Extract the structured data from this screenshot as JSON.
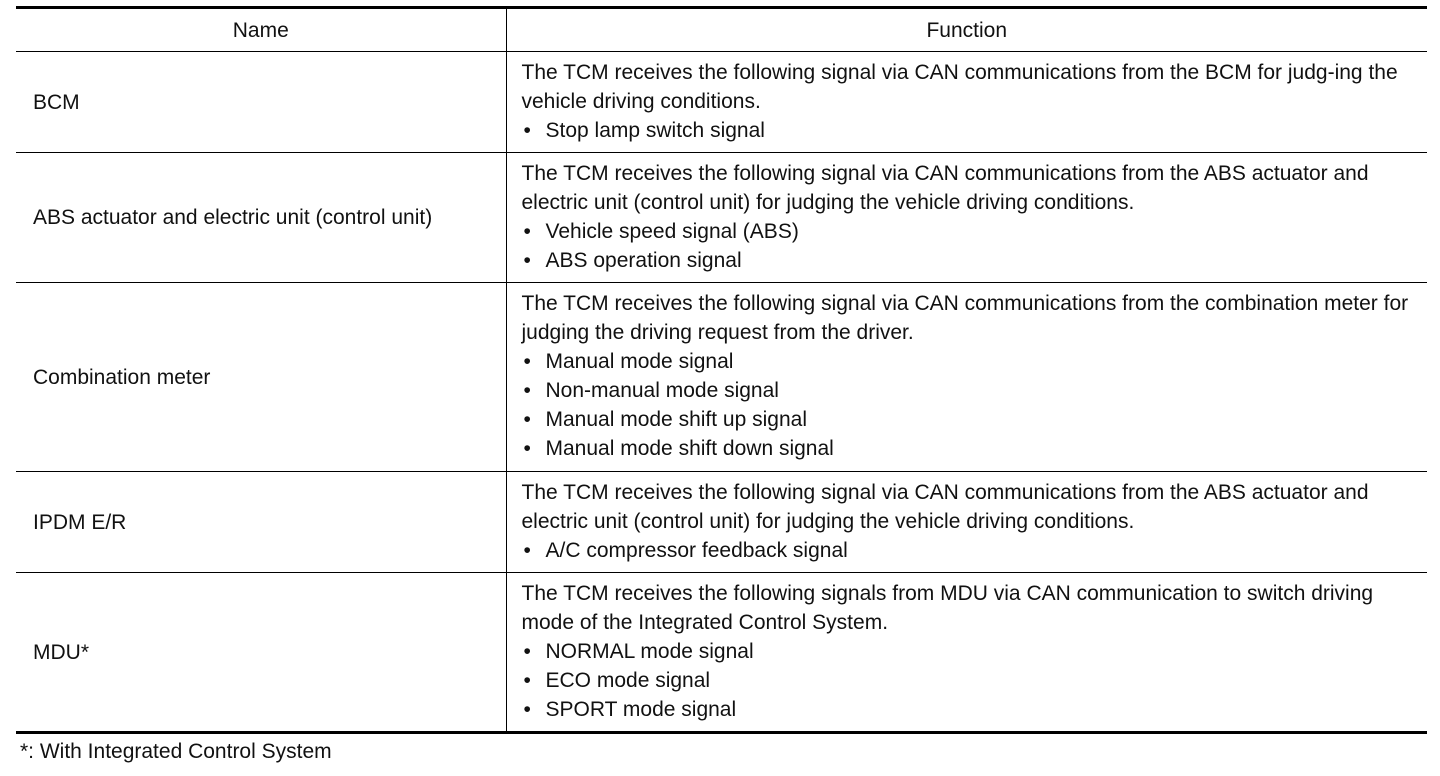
{
  "table": {
    "headers": {
      "name": "Name",
      "function": "Function"
    },
    "rows": [
      {
        "name": "BCM",
        "intro": "The TCM receives the following signal via CAN communications from the BCM for judg-ing the vehicle driving conditions.",
        "signals": [
          "Stop lamp switch signal"
        ]
      },
      {
        "name": "ABS actuator and electric unit (control unit)",
        "intro": "The TCM receives the following signal via CAN communications from the ABS actuator and electric unit (control unit) for judging the vehicle driving conditions.",
        "signals": [
          "Vehicle speed signal (ABS)",
          "ABS operation signal"
        ]
      },
      {
        "name": "Combination meter",
        "intro": "The TCM receives the following signal via CAN communications from the combination meter for judging the driving request from the driver.",
        "signals": [
          "Manual mode signal",
          "Non-manual mode signal",
          "Manual mode shift up signal",
          "Manual mode shift down signal"
        ]
      },
      {
        "name": "IPDM E/R",
        "intro": "The TCM receives the following signal via CAN communications from the ABS actuator and electric unit (control unit) for judging the vehicle driving conditions.",
        "signals": [
          "A/C compressor feedback signal"
        ]
      },
      {
        "name": "MDU*",
        "intro": "The TCM receives the following signals from MDU via CAN communication to switch driving mode of the Integrated Control System.",
        "signals": [
          "NORMAL mode signal",
          "ECO mode signal",
          "SPORT mode signal"
        ]
      }
    ]
  },
  "footnote": "*: With Integrated Control System"
}
